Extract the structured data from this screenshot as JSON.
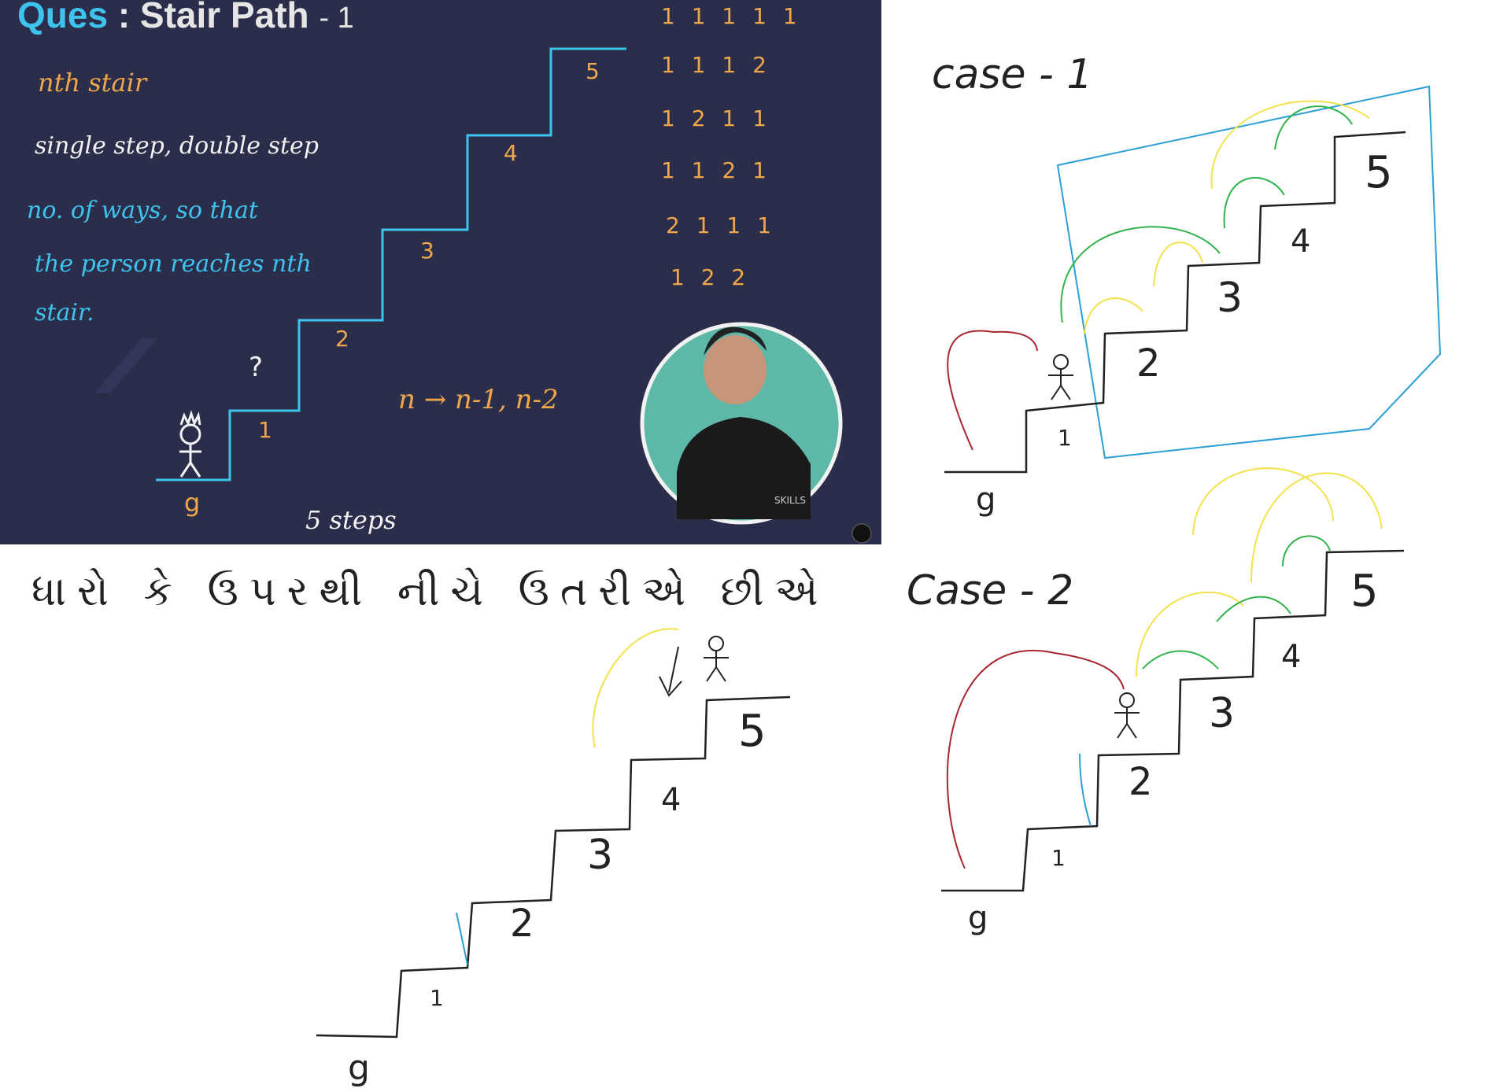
{
  "slide": {
    "title_prefix": "Ques",
    "title_main": ": Stair Path",
    "title_suffix": "- 1",
    "nth_stair": "nth stair",
    "steps_kind": "single step, double step",
    "goal_line1": "no. of ways, so that",
    "goal_line2": "the person reaches nth",
    "goal_line3": "stair.",
    "recurrence": "n → n-1, n-2",
    "steps_count": "5 steps",
    "ground": "g",
    "stair_numbers": [
      "1",
      "2",
      "3",
      "4",
      "5"
    ],
    "question_mark": "?",
    "combos": [
      "1 1 1 1 1",
      "1 1 1 2",
      "1 2 1 1",
      "1 1 2 1",
      "2 1 1 1",
      "1 2 2"
    ],
    "badge": "SKILLS",
    "colors": {
      "bg": "#2b2e4a",
      "orange": "#f0a64a",
      "blue": "#3ec3ef",
      "text": "#f2f2f2"
    }
  },
  "whiteboard": {
    "gujarati_note": "ધારો કે ઉપરથી નીચે ઉતરીએ છીએ",
    "case1_label": "case - 1",
    "case2_label": "Case - 2",
    "ground": "g",
    "stair_numbers": [
      "1",
      "2",
      "3",
      "4",
      "5"
    ],
    "colors": {
      "ink": "#222222",
      "yellow": "#f2e24a",
      "green": "#2fb34a",
      "red": "#a8262e",
      "cyan": "#2a9fd8"
    }
  }
}
